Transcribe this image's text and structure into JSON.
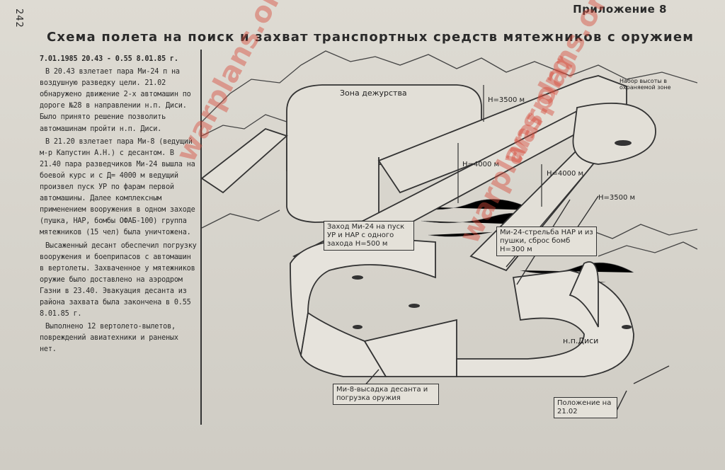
{
  "page_number": "242",
  "appendix": "Приложение 8",
  "title": "Схема полета на поиск и захват транспортных средств мятежников с оружием",
  "body_paragraphs": [
    "7.01.1985 20.43 - 0.55 8.01.85 г.",
    "В 20.43 взлетает пара Ми-24 п на воздушную разведку цели. 21.02 обнаружено движение 2-х автомашин по дороге №28 в направлении н.п. Диси. Было принято решение позволить автомашинам пройти н.п. Диси.",
    "В 21.20 взлетает пара Ми-8 (ведущий м-р Капустин А.Н.) с десантом. В 21.40 пара разведчиков Ми-24 вышла на боевой курс и с Д= 4000 м ведущий произвел пуск УР по фарам первой автомашины. Далее комплексным применением вооружения в одном заходе (пушка, НАР, бомбы ОФАБ-100) группа мятежников (15 чел) была уничтожена.",
    "Высаженный десант обеспечил погрузку вооружения и боеприпасов с автомашин в вертолеты. Захваченное у мятежников оружие было доставлено на аэродром Газни в 23.40. Эвакуация десанта из района захвата была закончена в 0.55 8.01.85 г.",
    "Выполнено 12 вертолето-вылетов, повреждений авиатехники и раненых нет."
  ],
  "diagram": {
    "zone_label": "Зона дежурства",
    "h3500_top": "Н=3500 м",
    "h4000_left": "Н=4000 м",
    "h4000_right": "Н=4000 м",
    "h3500_right": "Н=3500 м",
    "climb_label": "Набор высоты в охраняемой зоне",
    "attack_label": "Заход Ми-24 на пуск УР и НАР с одного захода Н=500 м",
    "fire_label": "Ми-24-стрельба НАР и из пушки, сброс бомб Н=300 м",
    "landing_label": "Ми-8-высадка десанта и погрузка оружия",
    "position_label": "Положение на 21.02",
    "village_label": "н.п.Диси"
  },
  "watermark": "warplans.org"
}
